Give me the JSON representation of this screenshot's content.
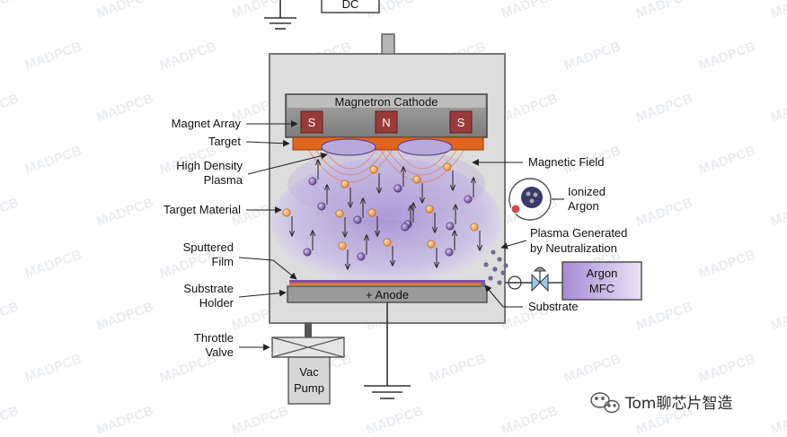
{
  "diagram": {
    "power_supply": "DC",
    "cathode": "Magnetron Cathode",
    "magnets": [
      "S",
      "N",
      "S"
    ],
    "anode": "+ Anode",
    "argon_mfc": [
      "Argon",
      "MFC"
    ],
    "vac_pump": [
      "Vac",
      "Pump"
    ],
    "labels": {
      "magnet_array": "Magnet Array",
      "target": "Target",
      "high_density_plasma": [
        "High Density",
        "Plasma"
      ],
      "target_material": "Target Material",
      "sputtered_film": [
        "Sputtered",
        "Film"
      ],
      "substrate_holder": [
        "Substrate",
        "Holder"
      ],
      "throttle_valve": [
        "Throttle",
        "Valve"
      ],
      "magnetic_field": "Magnetic Field",
      "ionized_argon": [
        "Ionized",
        "Argon"
      ],
      "plasma_generated": [
        "Plasma Generated",
        "by Neutralization"
      ],
      "substrate": "Substrate"
    }
  },
  "watermark": "MADPCB",
  "footer": {
    "wechat_text": "Tom聊芯片智造"
  },
  "colors": {
    "chamber_fill": "#dcdcdc",
    "cathode_fill": "#8c8c8c",
    "magnet_fill": "#9a3b3b",
    "target_fill": "#e0661f",
    "plasma_fill": "#b7a8d8",
    "orange_atom": "#f0a04a",
    "purple_atom": "#7b55a8",
    "mfc_fill": "#9a7ac8"
  }
}
